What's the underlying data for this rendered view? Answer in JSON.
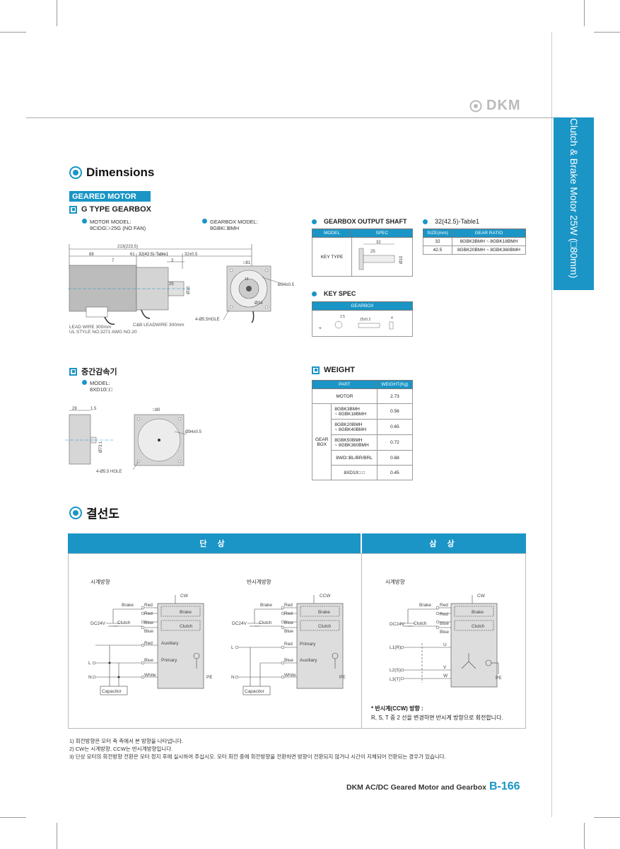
{
  "brand": "DKM",
  "side_tab": "Clutch & Brake Motor 25W (□80mm)",
  "dimensions": {
    "title": "Dimensions",
    "badge": "GEARED MOTOR",
    "subtitle": "G TYPE GEARBOX",
    "motor_model_label": "MOTOR MODEL:",
    "motor_model_value": "8CIDG□-25G (NO FAN)",
    "gearbox_model_label": "GEARBOX MODEL:",
    "gearbox_model_value": "8GBK□BMH",
    "drawing": {
      "total": "213(223.5)",
      "d88": "88",
      "d61": "61",
      "table_ref": "32(42.5)-Table1",
      "d32": "32±0.5",
      "d7": "7",
      "d3": "3",
      "d25": "25",
      "shaft": "Ø10",
      "sq81": "□81",
      "pcd": "Ø94±0.5",
      "hole": "4-Ø5.5HOLE",
      "d34": "Ø34",
      "d15": "15",
      "lead1": "LEAD WIRE 300mm",
      "lead2": "UL STYLE NO.3271 AWG NO.20",
      "lead3": "C&B LEADWIRE 300mm"
    }
  },
  "output_shaft": {
    "title": "GEARBOX OUTPUT SHAFT",
    "headers": [
      "MODEL",
      "SPEC"
    ],
    "row_label": "KEY TYPE",
    "dims": {
      "a": "32",
      "b": "25",
      "c": "Ø10"
    }
  },
  "table1": {
    "title": "32(42.5)-Table1",
    "headers": [
      "SIZE(mm)",
      "GEAR RATIO"
    ],
    "rows": [
      [
        "32",
        "8GBK3BMH ~ 8GBK18BMH"
      ],
      [
        "42.5",
        "8GBK20BMH ~ 8GBK360BMH"
      ]
    ]
  },
  "key_spec": {
    "title": "KEY SPEC",
    "header": "GEARBOX",
    "dims": {
      "a": "2.5",
      "b": "25±0.2",
      "c": "4",
      "d": "4"
    }
  },
  "reducer": {
    "title": "중간감속기",
    "model_label": "MODEL:",
    "model_value": "8XD10□□",
    "dims": {
      "d29": "29",
      "d15": "1.5",
      "sq80": "□80",
      "pcd": "Ø94±0.5",
      "d73": "Ø73.1",
      "hole": "4-Ø5.5 HOLE"
    }
  },
  "weight": {
    "title": "WEIGHT",
    "headers": [
      "PART",
      "WEIGHT(Kg)"
    ],
    "motor_label": "MOTOR",
    "motor_value": "2.73",
    "gearbox_label": "GEAR BOX",
    "rows": [
      [
        "8GBK3BMH\n~ 8GBK18BMH",
        "0.56"
      ],
      [
        "8GBK20BMH\n~ 8GBK40BMH",
        "0.65"
      ],
      [
        "8GBK50BMH\n~ 8GBK360BMH",
        "0.72"
      ],
      [
        "8WD□BL/BR/BRL",
        "0.68"
      ],
      [
        "8XD10□ □",
        "0.45"
      ]
    ]
  },
  "wiring": {
    "title": "결선도",
    "single_phase": "단 상",
    "three_phase": "삼 상",
    "diagrams": [
      {
        "dir_label": "시계방향",
        "rot": "CW"
      },
      {
        "dir_label": "반시계방향",
        "rot": "CCW"
      },
      {
        "dir_label": "시계방향",
        "rot": "CW"
      }
    ],
    "labels": {
      "brake": "Brake",
      "clutch": "Clutch",
      "dc24v": "DC24V",
      "red": "Red",
      "blue": "Blue",
      "white": "White",
      "auxiliary": "Auxiliary",
      "primary": "Primary",
      "capacitor": "Capacitor",
      "pe": "PE",
      "l": "L",
      "n": "N",
      "l1": "L1(R)",
      "l2": "L2(S)",
      "l3": "L3(T)",
      "u": "U",
      "v": "V",
      "w": "W"
    },
    "note_title": "* 반시계(CCW) 방향 :",
    "note_text": "R, S, T 중 2 선을 변경하면 반시계 방향으로 회전합니다."
  },
  "footnotes": [
    "1) 회전방향은 모터 축 측에서 본 방향을 나타냅니다.",
    "2) CW는 시계방향, CCW는 반시계방향입니다.",
    "3) 단상 모터의 회전방향 전환은 모터 정지 후에 실시하여 주십시오. 모터 회전 중에 회전방향을 전환하면 방향이 전환되지 않거나 시간이 지체되어 전환되는 경우가 있습니다."
  ],
  "footer": {
    "text": "DKM AC/DC Geared Motor and Gearbox",
    "page": "B-166"
  }
}
